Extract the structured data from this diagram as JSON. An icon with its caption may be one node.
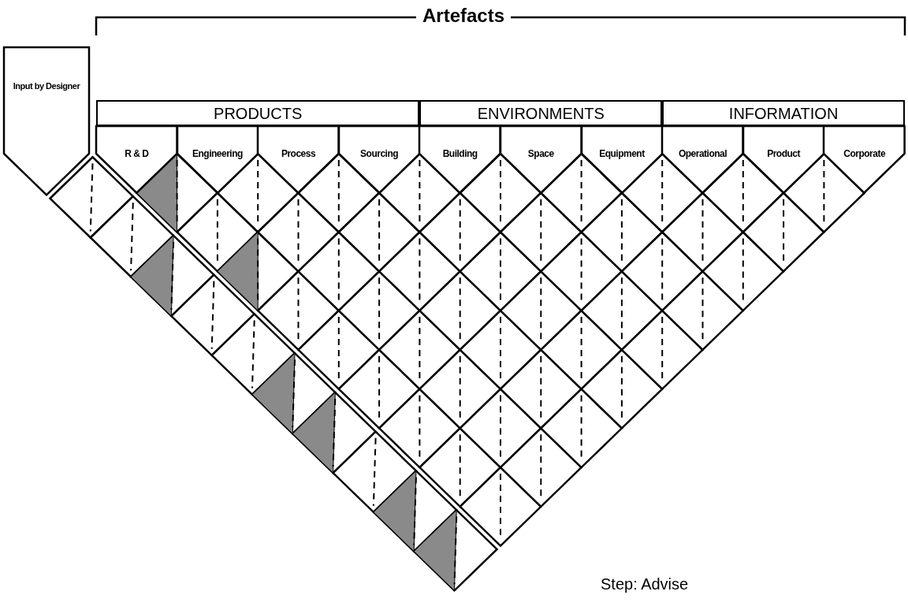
{
  "diagram": {
    "nodes": [
      {
        "text": [
          "Input by Designer"
        ]
      },
      {
        "text": [
          "PRODUCTS"
        ]
      },
      {
        "text": [
          "ENVIRONMENTS"
        ]
      },
      {
        "text": [
          "INFORMATION"
        ]
      },
      {
        "text": [
          "R & D"
        ]
      },
      {
        "text": [
          "Engineering"
        ]
      },
      {
        "text": [
          "Process"
        ]
      },
      {
        "text": [
          "Sourcing"
        ]
      },
      {
        "text": [
          "Building"
        ]
      },
      {
        "text": [
          "Space"
        ]
      },
      {
        "text": [
          "Equipment"
        ]
      },
      {
        "text": [
          "Operational"
        ]
      },
      {
        "text": [
          "Product"
        ]
      },
      {
        "text": [
          "Corporate"
        ]
      }
    ],
    "edges": [],
    "labels": [
      "Artefacts",
      "Step: Advise"
    ]
  }
}
